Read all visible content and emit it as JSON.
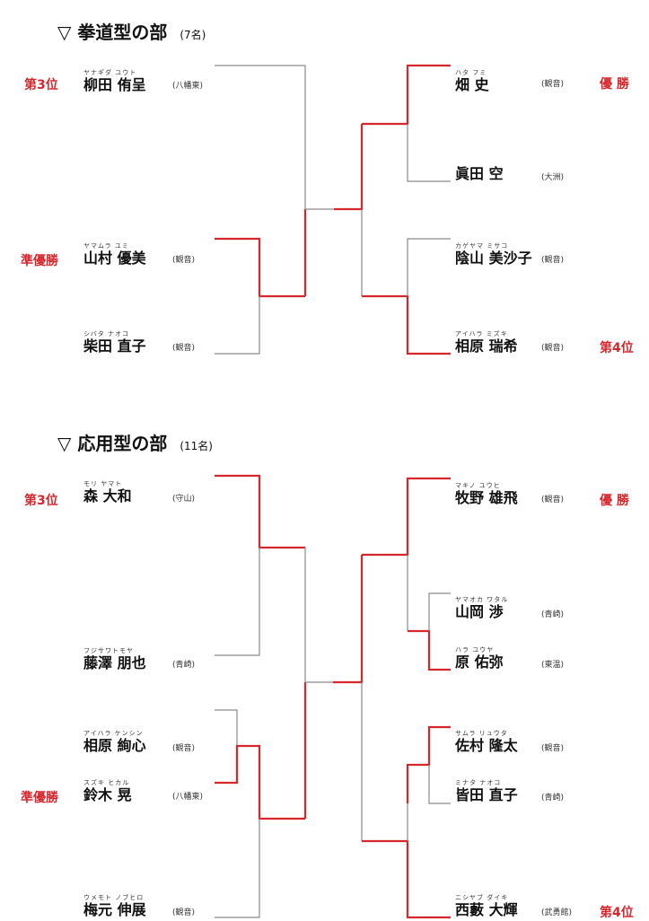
{
  "sections": [
    {
      "title": "▽ 拳道型の部",
      "count": "(7名)",
      "entries": [
        {
          "kana": "ヤナギダ ユウト",
          "name": "柳田 侑呈",
          "aff": "(八幡東)",
          "place": "第3位"
        },
        {
          "kana": "ヤマムラ ユミ",
          "name": "山村 優美",
          "aff": "(観音)",
          "place": "準優勝"
        },
        {
          "kana": "シバタ ナオコ",
          "name": "柴田 直子",
          "aff": "(観音)"
        },
        {
          "kana": "ハタ フミ",
          "name": "畑 史",
          "aff": "(観音)",
          "place": "優 勝"
        },
        {
          "kana": "",
          "name": "眞田 空",
          "aff": "(大洲)"
        },
        {
          "kana": "カゲヤマ ミサコ",
          "name": "陰山 美沙子",
          "aff": "(観音)"
        },
        {
          "kana": "アイハラ ミズキ",
          "name": "相原 瑞希",
          "aff": "(観音)",
          "place": "第4位"
        }
      ]
    },
    {
      "title": "▽ 応用型の部",
      "count": "(11名)",
      "entries": [
        {
          "kana": "モリ ヤマト",
          "name": "森 大和",
          "aff": "(守山)",
          "place": "第3位"
        },
        {
          "kana": "フジサワトモヤ",
          "name": "藤澤 朋也",
          "aff": "(青崎)"
        },
        {
          "kana": "アイハラ ケンシン",
          "name": "相原 絢心",
          "aff": "(観音)"
        },
        {
          "kana": "スズキ ヒカル",
          "name": "鈴木 晃",
          "aff": "(八幡東)",
          "place": "準優勝"
        },
        {
          "kana": "ウメモト ノブヒロ",
          "name": "梅元 伸展",
          "aff": "(観音)"
        },
        {
          "kana": "マキノ ユウヒ",
          "name": "牧野 雄飛",
          "aff": "(観音)",
          "place": "優 勝"
        },
        {
          "kana": "ヤマオカ ワタル",
          "name": "山岡 渉",
          "aff": "(青崎)"
        },
        {
          "kana": "ハラ ユウヤ",
          "name": "原 佑弥",
          "aff": "(東温)"
        },
        {
          "kana": "サムラ リュウタ",
          "name": "佐村 隆太",
          "aff": "(観音)"
        },
        {
          "kana": "ミナタ ナオコ",
          "name": "皆田 直子",
          "aff": "(青崎)"
        },
        {
          "kana": "ニシヤブ ダイキ",
          "name": "西藪 大輝",
          "aff": "(武勇館)",
          "place": "第4位"
        }
      ]
    }
  ],
  "colors": {
    "winner_line": "#d7262c",
    "line": "#8a8a8a",
    "place": "#d7262c"
  }
}
